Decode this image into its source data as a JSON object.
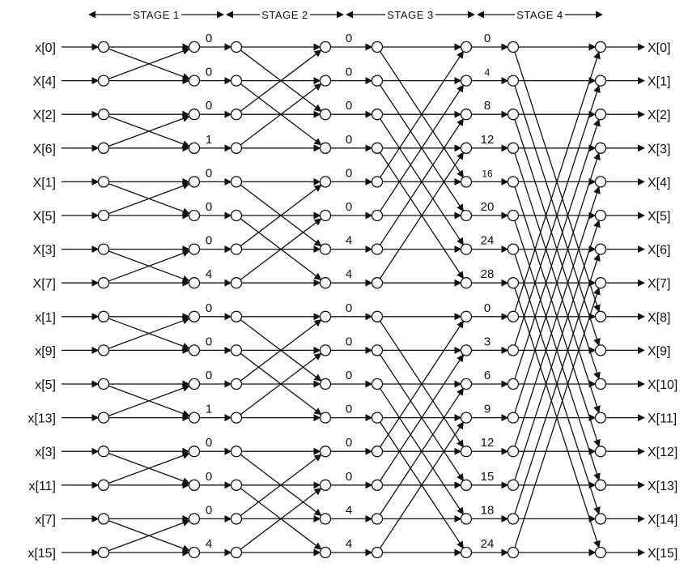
{
  "diagram": {
    "stages": [
      "STAGE 1",
      "STAGE 2",
      "STAGE 3",
      "STAGE 4"
    ],
    "inputs": [
      "x[0]",
      "X[4]",
      "X[2]",
      "X[6]",
      "X[1]",
      "X[5]",
      "X[3]",
      "X[7]",
      "x[1]",
      "x[9]",
      "x[5]",
      "x[13]",
      "x[3]",
      "x[11]",
      "x[7]",
      "x[15]"
    ],
    "outputs": [
      "X[0]",
      "X[1]",
      "X[2]",
      "X[3]",
      "X[4]",
      "X[5]",
      "X[6]",
      "X[7]",
      "X[8]",
      "X[9]",
      "X[10]",
      "X[11]",
      "X[12]",
      "X[13]",
      "X[14]",
      "X[15]"
    ],
    "twiddles_stage1": [
      "0",
      "0",
      "0",
      "1",
      "0",
      "0",
      "0",
      "4",
      "0",
      "0",
      "0",
      "1",
      "0",
      "0",
      "0",
      "4"
    ],
    "twiddles_stage2": [
      "0",
      "0",
      "0",
      "0",
      "0",
      "0",
      "4",
      "4",
      "0",
      "0",
      "0",
      "0",
      "0",
      "0",
      "4",
      "4"
    ],
    "twiddles_stage3": [
      "0",
      "4",
      "8",
      "12",
      "16",
      "20",
      "24",
      "28",
      "0",
      "3",
      "6",
      "9",
      "12",
      "15",
      "18",
      "24"
    ]
  }
}
